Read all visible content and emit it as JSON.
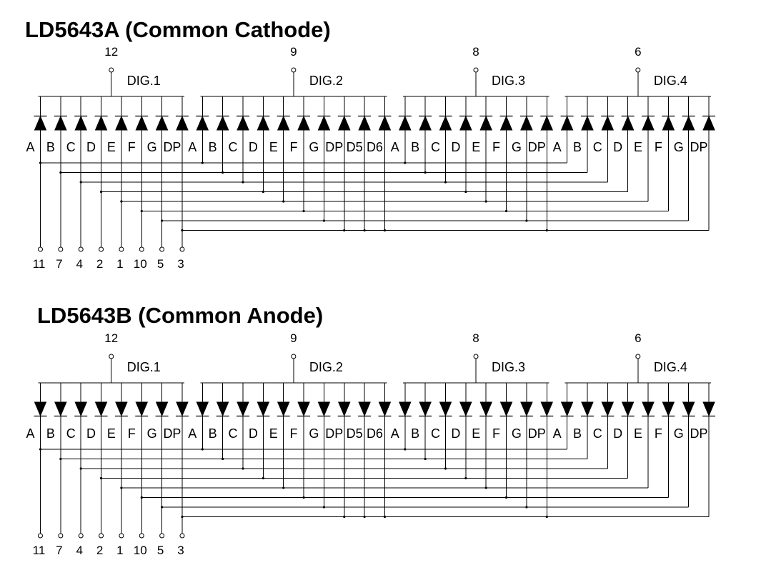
{
  "sections": [
    {
      "id": "cathode",
      "title": "LD5643A (Common Cathode)",
      "polarity": "up",
      "digits": [
        {
          "label": "DIG.1",
          "pin": "12"
        },
        {
          "label": "DIG.2",
          "pin": "9"
        },
        {
          "label": "DIG.3",
          "pin": "8"
        },
        {
          "label": "DIG.4",
          "pin": "6"
        }
      ],
      "segment_labels": [
        "A",
        "B",
        "C",
        "D",
        "E",
        "F",
        "G",
        "DP",
        "A",
        "B",
        "C",
        "D",
        "E",
        "F",
        "G",
        "DP",
        "D5",
        "D6",
        "A",
        "B",
        "C",
        "D",
        "E",
        "F",
        "G",
        "DP",
        "A",
        "B",
        "C",
        "D",
        "E",
        "F",
        "G",
        "DP"
      ],
      "bottom_pins": [
        "11",
        "7",
        "4",
        "2",
        "1",
        "10",
        "5",
        "3"
      ]
    },
    {
      "id": "anode",
      "title": "LD5643B (Common Anode)",
      "polarity": "down",
      "digits": [
        {
          "label": "DIG.1",
          "pin": "12"
        },
        {
          "label": "DIG.2",
          "pin": "9"
        },
        {
          "label": "DIG.3",
          "pin": "8"
        },
        {
          "label": "DIG.4",
          "pin": "6"
        }
      ],
      "segment_labels": [
        "A",
        "B",
        "C",
        "D",
        "E",
        "F",
        "G",
        "DP",
        "A",
        "B",
        "C",
        "D",
        "E",
        "F",
        "G",
        "DP",
        "D5",
        "D6",
        "A",
        "B",
        "C",
        "D",
        "E",
        "F",
        "G",
        "DP",
        "A",
        "B",
        "C",
        "D",
        "E",
        "F",
        "G",
        "DP"
      ],
      "bottom_pins": [
        "11",
        "7",
        "4",
        "2",
        "1",
        "10",
        "5",
        "3"
      ]
    }
  ]
}
